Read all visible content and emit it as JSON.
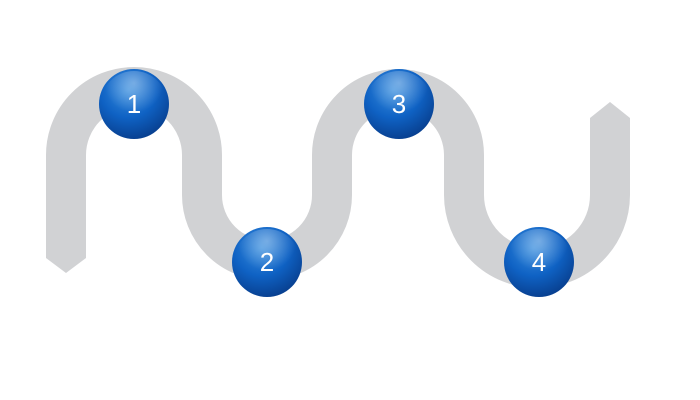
{
  "colors": {
    "background": "#ffffff",
    "track": "#d1d2d4",
    "node_light": "#3a8ede",
    "node_mid": "#0f62c4",
    "node_dark": "#083f8f",
    "label": "#ffffff"
  },
  "steps": [
    {
      "label": "1"
    },
    {
      "label": "2"
    },
    {
      "label": "3"
    },
    {
      "label": "4"
    }
  ]
}
